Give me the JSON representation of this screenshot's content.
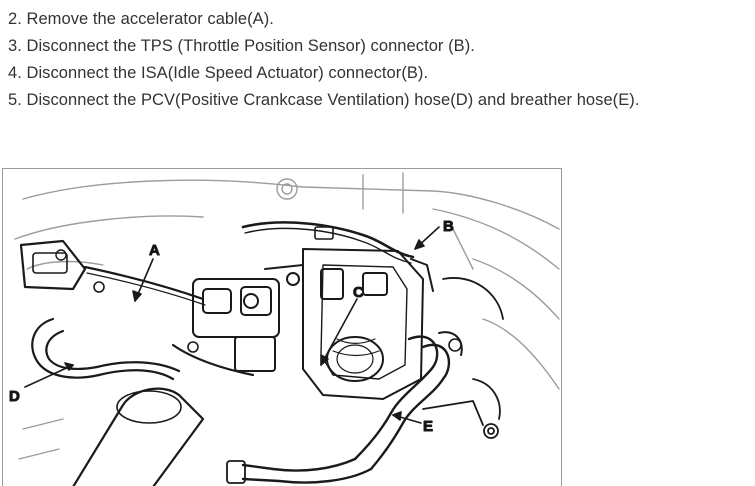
{
  "steps": [
    "2. Remove the accelerator cable(A).",
    "3. Disconnect the TPS (Throttle Position Sensor) connector (B).",
    "4. Disconnect the ISA(Idle Speed Actuator) connector(B).",
    "5. Disconnect the PCV(Positive Crankcase Ventilation) hose(D) and breather hose(E)."
  ],
  "figure": {
    "callouts": {
      "a": "A",
      "b": "B",
      "c": "C",
      "d": "D",
      "e": "E"
    }
  }
}
